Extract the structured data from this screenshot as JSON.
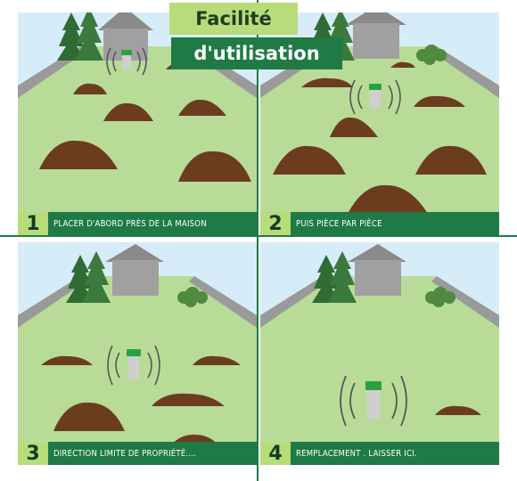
{
  "title": {
    "line1": "Facilité",
    "line2": "d'utilisation"
  },
  "colors": {
    "sky": "#d6ecf8",
    "lawn": "#b8dc98",
    "wall": "#9a9a9a",
    "house": "#9c9c9c",
    "roof": "#8a8a8a",
    "mound": "#6b3d1e",
    "tree": "#2f6b33",
    "accent": "#1f7a46",
    "accent_light": "#b8dc7a"
  },
  "steps": [
    {
      "number": "1",
      "label": "PLACER D'ABORD PRÈS DE LA MAISON"
    },
    {
      "number": "2",
      "label": "PUIS PIÈCE PAR PIÈCE"
    },
    {
      "number": "3",
      "label": "DIRECTION LIMITE DE PROPRIÉTÉ...."
    },
    {
      "number": "4",
      "label": "REMPLACEMENT . LAISSER ICI."
    }
  ]
}
